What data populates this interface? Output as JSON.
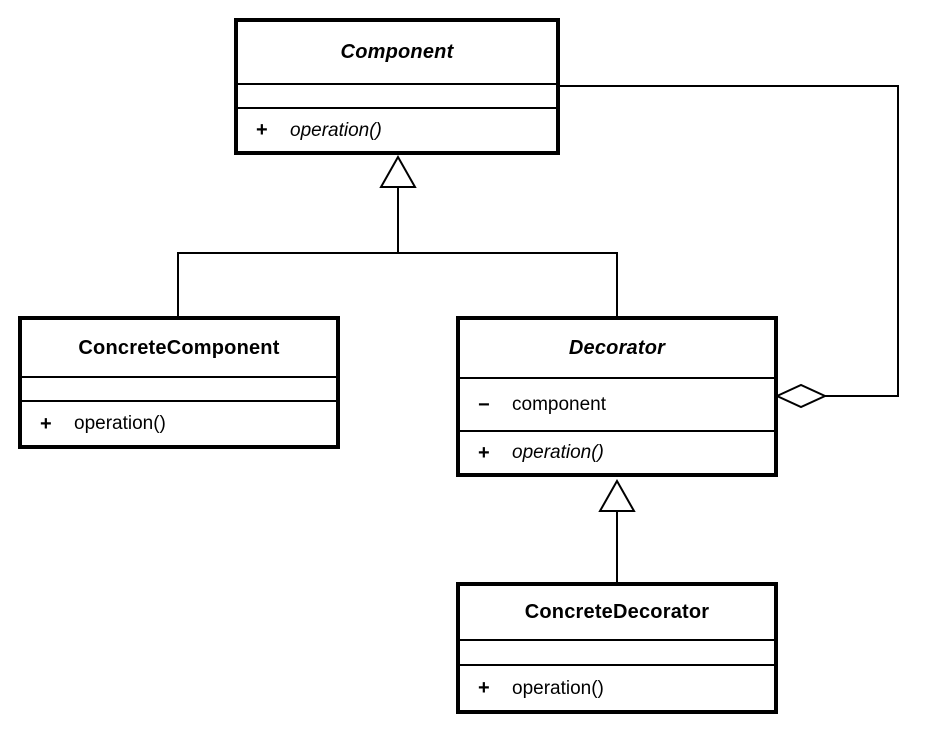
{
  "diagram": {
    "kind": "uml-class-diagram",
    "pattern": "Decorator",
    "colors": {
      "background": "#ffffff",
      "line": "#000000",
      "box_fill": "#ffffff",
      "text": "#000000"
    },
    "classes": [
      {
        "id": "component",
        "name": "Component",
        "abstract": true,
        "attributes": [],
        "methods": [
          {
            "visibility": "+",
            "signature": "operation()",
            "abstract": true
          }
        ]
      },
      {
        "id": "concrete-component",
        "name": "ConcreteComponent",
        "abstract": false,
        "attributes": [],
        "methods": [
          {
            "visibility": "+",
            "signature": "operation()",
            "abstract": false
          }
        ]
      },
      {
        "id": "decorator",
        "name": "Decorator",
        "abstract": true,
        "attributes": [
          {
            "visibility": "−",
            "name": "component"
          }
        ],
        "methods": [
          {
            "visibility": "+",
            "signature": "operation()",
            "abstract": true
          }
        ]
      },
      {
        "id": "concrete-decorator",
        "name": "ConcreteDecorator",
        "abstract": false,
        "attributes": [],
        "methods": [
          {
            "visibility": "+",
            "signature": "operation()",
            "abstract": false
          }
        ]
      }
    ],
    "relationships": [
      {
        "type": "generalization",
        "from": "ConcreteComponent",
        "to": "Component"
      },
      {
        "type": "generalization",
        "from": "Decorator",
        "to": "Component"
      },
      {
        "type": "generalization",
        "from": "ConcreteDecorator",
        "to": "Decorator"
      },
      {
        "type": "aggregation",
        "from": "Decorator",
        "to": "Component",
        "owner_end": "Decorator"
      }
    ]
  }
}
